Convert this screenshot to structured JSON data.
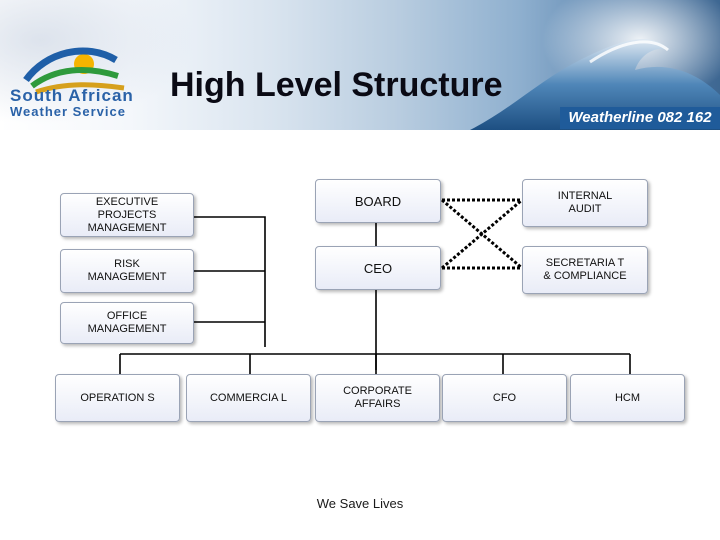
{
  "header": {
    "title": "High Level Structure",
    "logo_line1": "South African",
    "logo_line2": "Weather Service",
    "weatherline": "Weatherline 082 162"
  },
  "org_chart": {
    "top_row": {
      "board": "BOARD",
      "internal_audit": "INTERNAL AUDIT",
      "ceo": "CEO",
      "secretariat": "SECRETARIA T & COMPLIANCE"
    },
    "staff_units": {
      "executive_projects": "EXECUTIVE PROJECTS MANAGEMENT",
      "risk": "RISK MANAGEMENT",
      "office": "OFFICE MANAGEMENT"
    },
    "divisions": [
      "OPERATION S",
      "COMMERCIA L",
      "CORPORATE AFFAIRS",
      "CFO",
      "HCM"
    ]
  },
  "footer": "We Save Lives",
  "colors": {
    "title": "#0a0a14",
    "logo_text": "#2a62a8",
    "box_border": "#9aa3b5",
    "line": "#000000"
  }
}
